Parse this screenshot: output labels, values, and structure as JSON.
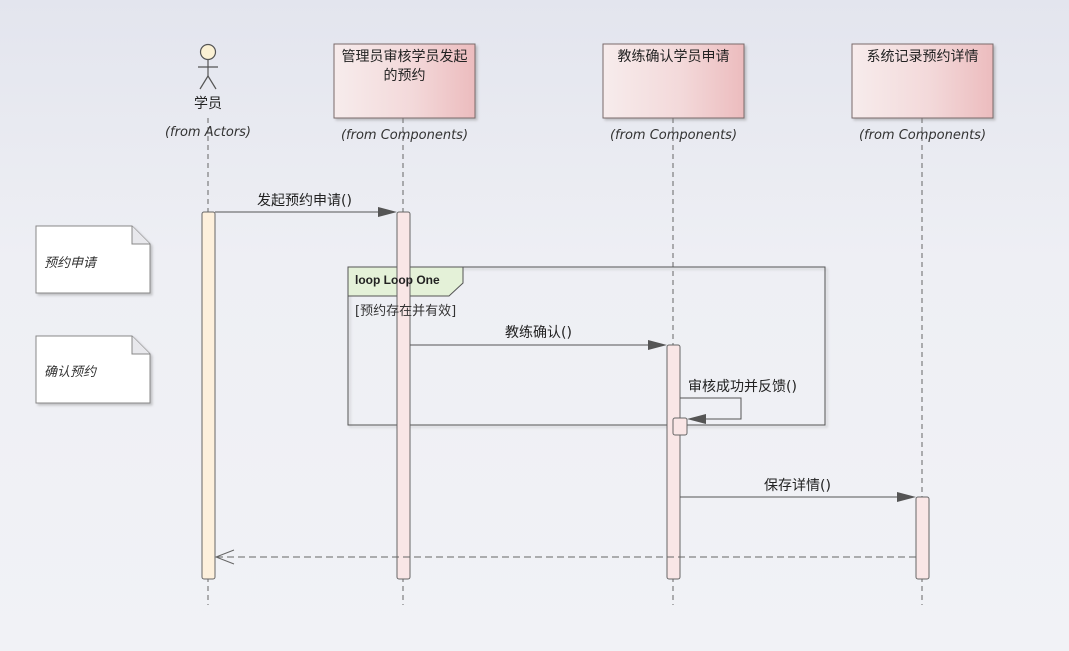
{
  "actor": {
    "name": "学员",
    "from": "(from Actors)"
  },
  "lifelines": [
    {
      "title": "管理员审核学员发起的预约",
      "from": "(from Components)"
    },
    {
      "title": "教练确认学员申请",
      "from": "(from Components)"
    },
    {
      "title": "系统记录预约详情",
      "from": "(from Components)"
    }
  ],
  "messages": {
    "m1": "发起预约申请()",
    "m2": "教练确认()",
    "m3": "审核成功并反馈()",
    "m4": "保存详情()"
  },
  "frame": {
    "tag": "loop Loop One",
    "guard": "[预约存在并有效]"
  },
  "notes": [
    "预约申请",
    "确认预约"
  ],
  "colors": {
    "box_fill_start": "#f6eaea",
    "box_fill_end": "#eebcbf",
    "actor_activation": "#fdf0dc",
    "activation": "#f9e6e6",
    "frame_tag": "#e4f1d8",
    "line": "#555555"
  }
}
